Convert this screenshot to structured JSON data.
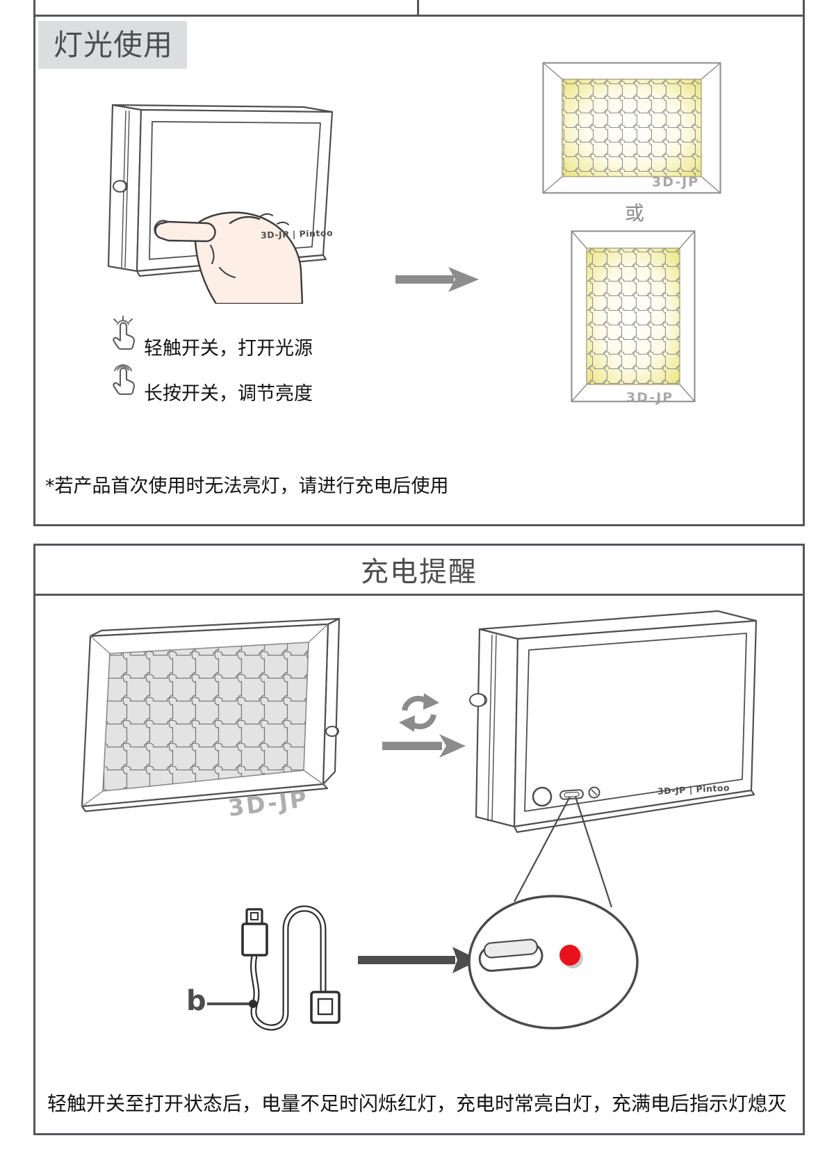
{
  "colors": {
    "border": "#54565a",
    "line_art": "#4f4f4f",
    "arrow_gray": "#8c8c8c",
    "arrow_dark": "#4d4d4d",
    "glow_yellow": "#ece583",
    "led_red": "#e8121a",
    "skin": "#fdeee6"
  },
  "light_section": {
    "title": "灯光使用",
    "instructions": [
      {
        "icon": "tap-icon",
        "text": "轻触开关，打开光源"
      },
      {
        "icon": "long-press-icon",
        "text": "长按开关，调节亮度"
      }
    ],
    "note": "*若产品首次使用时无法亮灯，请进行充电后使用",
    "or_label": "或",
    "brand": "3D-JP | Pintoo",
    "watermark": "3D-JP"
  },
  "charge_section": {
    "title": "充电提醒",
    "brand": "3D-JP | Pintoo",
    "watermark": "3D-JP",
    "cable_label": "b",
    "caption": "轻触开关至打开状态后，电量不足时闪烁红灯，充电时常亮白灯，充满电后指示灯熄灭"
  }
}
